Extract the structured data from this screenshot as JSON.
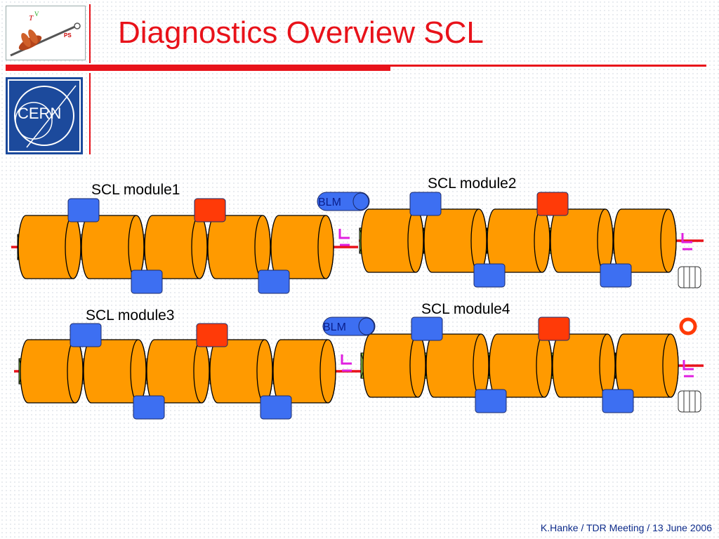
{
  "slide": {
    "title": "Diagnostics Overview SCL",
    "footer": "K.Hanke / TDR Meeting / 13 June  2006",
    "logos": {
      "ps": "PS",
      "cern": "CERN"
    }
  },
  "diagram": {
    "modules": [
      {
        "label": "SCL module1"
      },
      {
        "label": "SCL module2"
      },
      {
        "label": "SCL module3"
      },
      {
        "label": "SCL module4"
      }
    ],
    "blm_labels": [
      "BLM",
      "BLM"
    ]
  },
  "colors": {
    "title": "#e8121a",
    "cavity": "#ff9a00",
    "blue_monitor": "#3d6ff2",
    "red_monitor": "#ff3a08",
    "quad": "#8dc63f",
    "beam_line": "#e8121a",
    "magenta": "#e020e0",
    "footer": "#0c2a8a",
    "cern_blue": "#1c4a9c"
  }
}
